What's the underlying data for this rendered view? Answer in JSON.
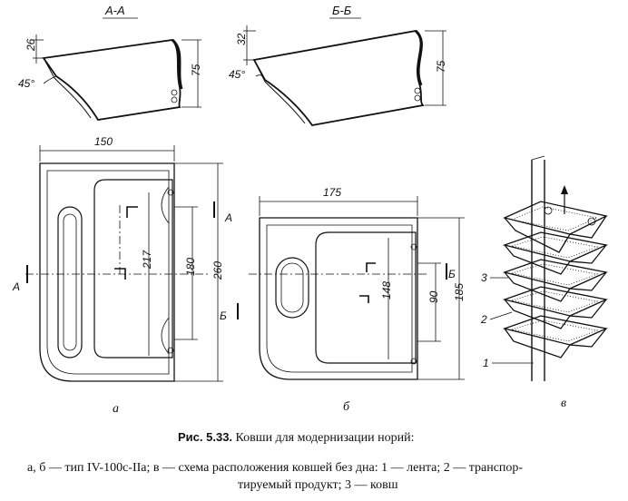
{
  "sections": {
    "aa": "А-А",
    "bb": "Б-Б"
  },
  "dimensions": {
    "aa_top": "26",
    "aa_height": "75",
    "aa_angle": "45°",
    "bb_top": "32",
    "bb_height": "75",
    "bb_angle": "45°",
    "a_width": "150",
    "a_inner_h": "217",
    "a_hole": "180",
    "a_height": "260",
    "b_width": "175",
    "b_inner_h": "148",
    "b_hole": "90",
    "b_height": "185"
  },
  "cut_marks": {
    "a_right": "А",
    "a_left": "А",
    "b_right": "Б",
    "b_left": "Б"
  },
  "sublabels": {
    "a": "а",
    "b": "б",
    "v": "в"
  },
  "callouts": {
    "c1": "1",
    "c2": "2",
    "c3": "3"
  },
  "caption": {
    "fig": "Рис. 5.33.",
    "title": "Ковши для модернизации норий:",
    "line1": "а, б — тип IV-100с-IIа;  в — схема расположения ковшей без дна:  1 — лента;  2 — транспор-",
    "line2": "тируемый продукт;  3 — ковш"
  }
}
